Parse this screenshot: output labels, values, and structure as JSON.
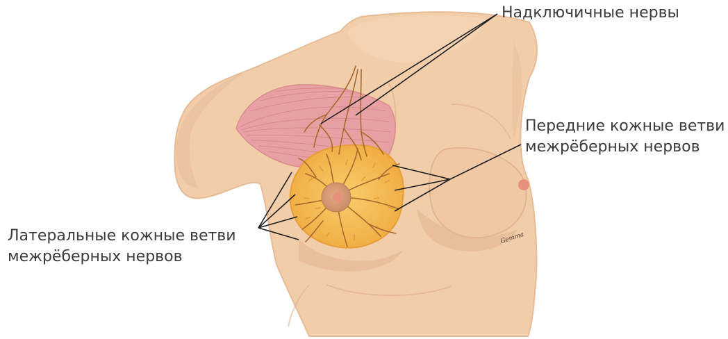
{
  "labels": {
    "supraclavicular": "Надключичные нервы",
    "anterior_line1": "Передние кожные ветви",
    "anterior_line2": "межрёберных нервов",
    "lateral_line1": "Латеральные кожные ветви",
    "lateral_line2": "межрёберных нервов"
  },
  "signature": "Gemma",
  "colors": {
    "skin": "#f2cda9",
    "skin_shadow": "#e3b592",
    "muscle": "#e49c9e",
    "gland": "#f6be53",
    "gland_dark": "#e9a43a",
    "nerve": "#a86a2f",
    "areola": "#d49a78",
    "nipple": "#e8917a",
    "leader_line": "#1e1e1e"
  }
}
